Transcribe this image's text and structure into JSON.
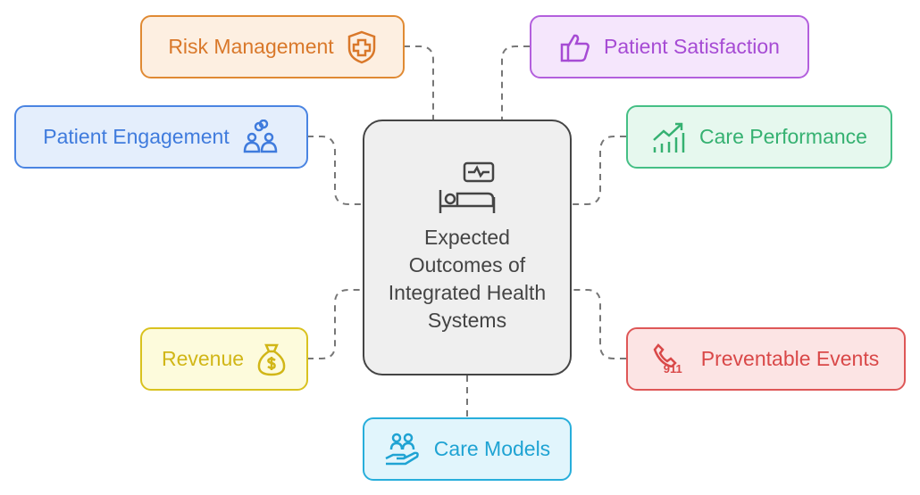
{
  "center": {
    "title": "Expected Outcomes of Integrated Health Systems",
    "icon": "hospital-bed-monitor-icon"
  },
  "outcomes": [
    {
      "label": "Risk Management",
      "icon": "shield-plus-icon",
      "color": "#E08A33",
      "fill": "#FDEFE1"
    },
    {
      "label": "Patient Satisfaction",
      "icon": "thumbs-up-icon",
      "color": "#B35FDD",
      "fill": "#F5E6FC"
    },
    {
      "label": "Patient Engagement",
      "icon": "linked-people-icon",
      "color": "#4A84E2",
      "fill": "#E4EEFC"
    },
    {
      "label": "Care Performance",
      "icon": "growth-chart-icon",
      "color": "#45BF85",
      "fill": "#E6F8EE"
    },
    {
      "label": "Revenue",
      "icon": "money-bag-icon",
      "color": "#D9C21F",
      "fill": "#FDFBDC"
    },
    {
      "label": "Preventable Events",
      "icon": "phone-911-icon",
      "color": "#DE5757",
      "fill": "#FCE4E4"
    },
    {
      "label": "Care Models",
      "icon": "hand-people-icon",
      "color": "#27AEDB",
      "fill": "#E1F5FC"
    }
  ],
  "icon_text": {
    "emergency": "911"
  }
}
